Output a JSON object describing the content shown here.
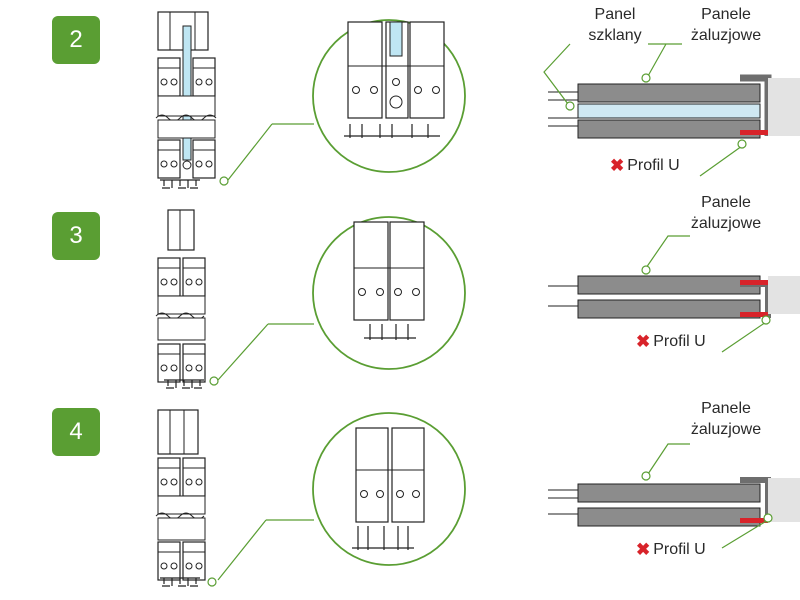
{
  "sections": [
    {
      "number": "2",
      "label_glass": "Panel\nszklany",
      "label_panels": "Panele\nżaluzjowe",
      "label_profile": "Profil U",
      "x_icon": "x-mark-icon"
    },
    {
      "number": "3",
      "label_panels": "Panele\nżaluzjowe",
      "label_profile": "Profil U",
      "x_icon": "x-mark-icon"
    },
    {
      "number": "4",
      "label_panels": "Panele\nżaluzjowe",
      "label_profile": "Profil U",
      "x_icon": "x-mark-icon"
    }
  ],
  "colors": {
    "badge": "#5a9e33",
    "leader_line": "#5a9e33",
    "panel_fill": "#8c8c8c",
    "glass_fill": "#cfe8f2",
    "profile_marker": "#d8232a",
    "profile_frame": "#7a7a7a"
  }
}
